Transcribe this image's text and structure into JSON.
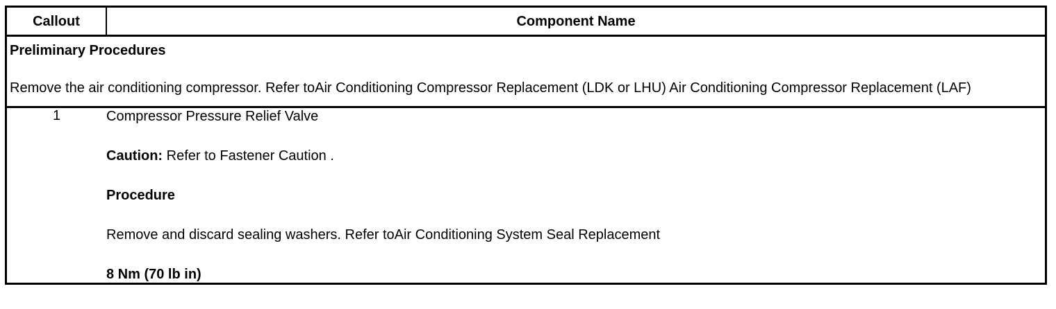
{
  "table": {
    "headers": {
      "callout": "Callout",
      "component_name": "Component Name"
    },
    "preliminary": {
      "heading": "Preliminary Procedures",
      "body": "Remove the air conditioning compressor. Refer toAir Conditioning Compressor Replacement (LDK or LHU) Air Conditioning Compressor Replacement (LAF)"
    },
    "rows": [
      {
        "callout": "1",
        "blocks": [
          {
            "kind": "plain",
            "text": "Compressor Pressure Relief Valve"
          },
          {
            "kind": "lead-bold",
            "lead": "Caution:",
            "text": " Refer to Fastener Caution ."
          },
          {
            "kind": "bold",
            "text": "Procedure"
          },
          {
            "kind": "plain",
            "text": "Remove and discard sealing washers. Refer toAir Conditioning System Seal Replacement"
          },
          {
            "kind": "bold",
            "text": "8 Nm (70 lb in)"
          }
        ]
      }
    ]
  }
}
